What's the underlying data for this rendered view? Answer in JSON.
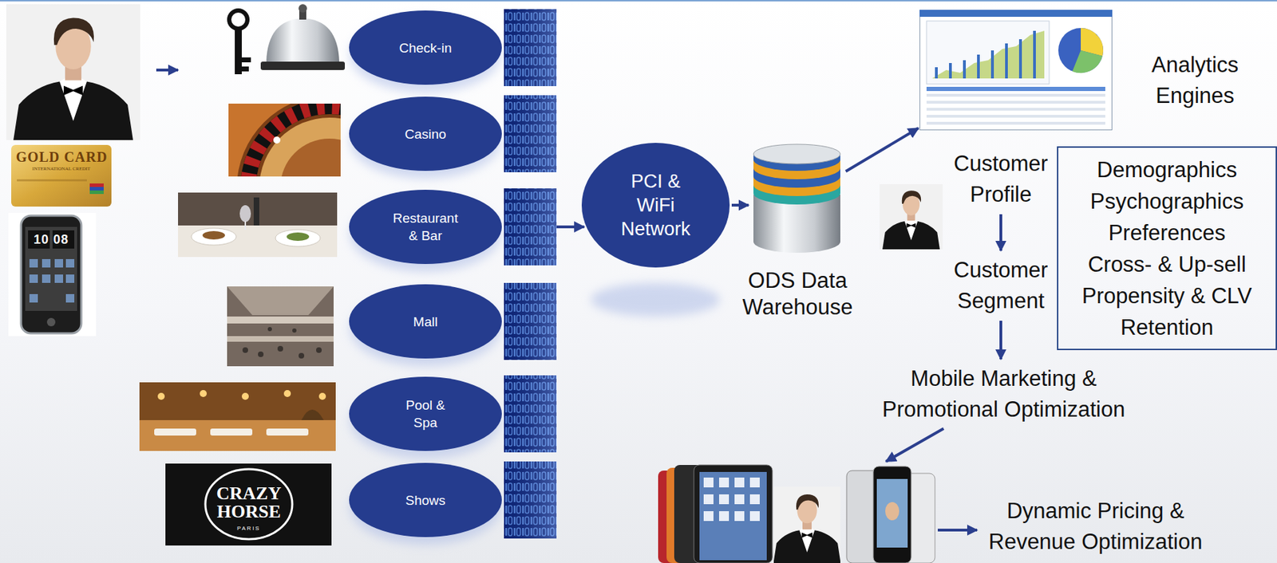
{
  "diagram": {
    "nodes": [
      {
        "text": [
          "Check-in"
        ]
      },
      {
        "text": [
          "Casino"
        ]
      },
      {
        "text": [
          "Restaurant & Bar"
        ]
      },
      {
        "text": [
          "Mall"
        ]
      },
      {
        "text": [
          "Pool & Spa"
        ]
      },
      {
        "text": [
          "Shows"
        ]
      },
      {
        "text": [
          "PCI & WiFi Network"
        ]
      },
      {
        "text": [
          "ODS Data Warehouse"
        ]
      },
      {
        "text": [
          "Analytics Engines"
        ]
      },
      {
        "text": [
          "Customer Profile"
        ]
      },
      {
        "text": [
          "Customer Segment"
        ]
      },
      {
        "text": [
          "Demographics",
          "Psychographics",
          "Preferences",
          "Cross- & Up-sell",
          "Propensity & CLV",
          "Retention"
        ]
      },
      {
        "text": [
          "Mobile Marketing & Promotional Optimization"
        ]
      },
      {
        "text": [
          "Dynamic Pricing & Revenue Optimization"
        ]
      }
    ],
    "edges": [
      {
        "from": 2,
        "to": 6,
        "arrow": "to"
      },
      {
        "from": 6,
        "to": 7,
        "arrow": "to"
      },
      {
        "from": 7,
        "to": 8,
        "arrow": "to"
      },
      {
        "from": 9,
        "to": 10,
        "arrow": "to"
      },
      {
        "from": 10,
        "to": 12,
        "arrow": "to"
      },
      {
        "from": 12,
        "to": 13,
        "arrow": "to"
      }
    ],
    "labels": [
      "GOLD CARD",
      "INTERNATIONAL CREDIT",
      "10 08",
      "CRAZY HORSE",
      "PARIS"
    ]
  }
}
